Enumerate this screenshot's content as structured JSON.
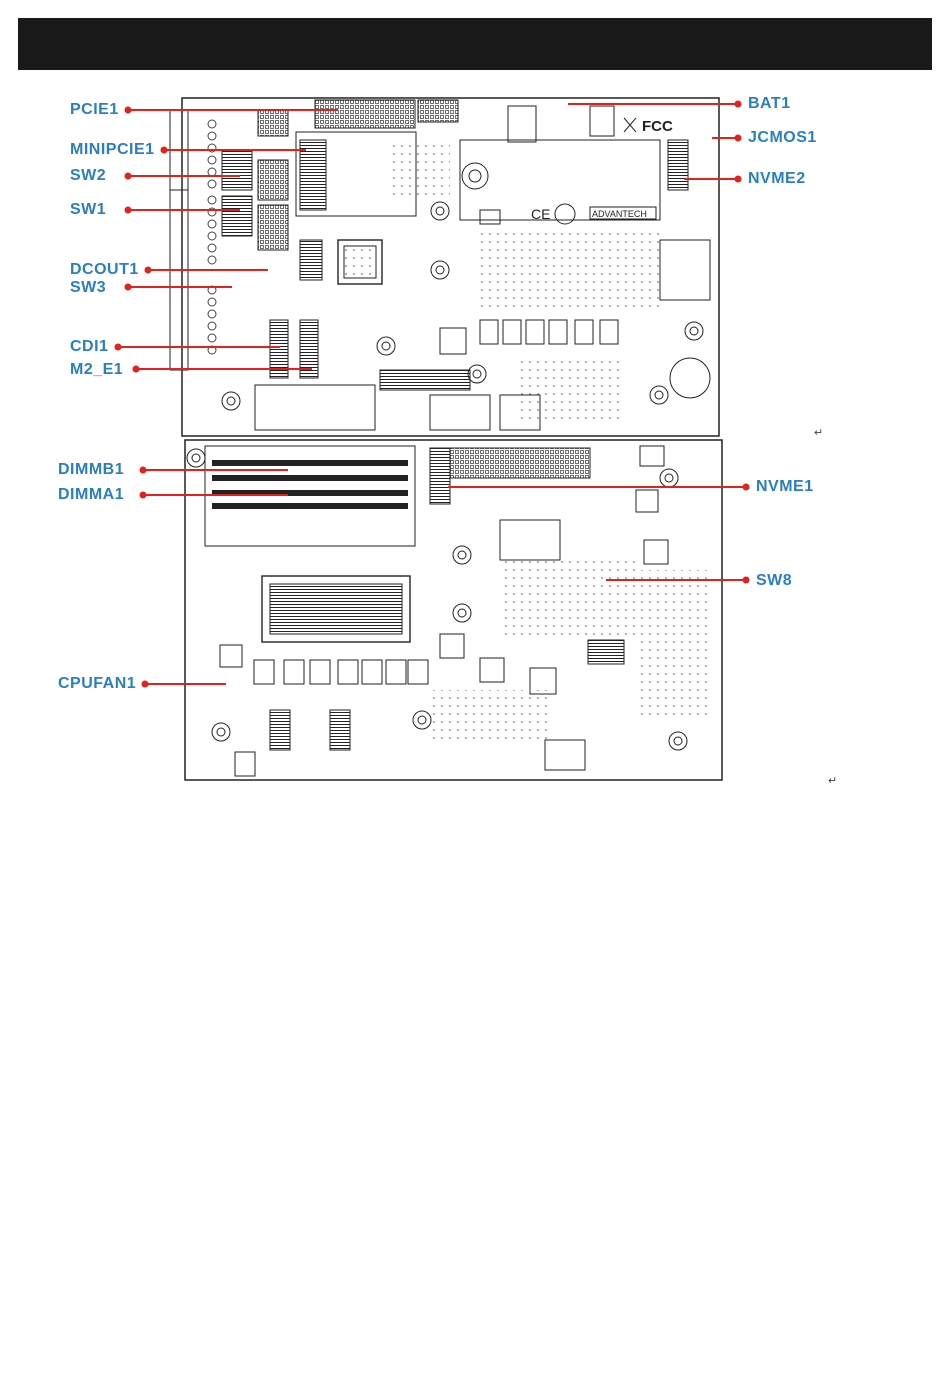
{
  "header": {
    "title": ""
  },
  "colors": {
    "label": "#2a7fc1",
    "pointer": "#e3231b",
    "pcb_ink": "#222222"
  },
  "top_board": {
    "silkscreen": [
      "FCC",
      "CE",
      "ADVANTECH"
    ],
    "labels": {
      "PCIE1": "PCIE1",
      "MINIPCIE1": "MINIPCIE1",
      "SW2": "SW2",
      "SW1": "SW1",
      "DCOUT1": "DCOUT1",
      "SW3": "SW3",
      "CDI1": "CDI1",
      "M2_E1": "M2_E1",
      "BAT1": "BAT1",
      "JCMOS1": "JCMOS1",
      "NVME2": "NVME2"
    }
  },
  "bottom_board": {
    "labels": {
      "DIMMB1": "DIMMB1",
      "DIMMA1": "DIMMA1",
      "CPUFAN1": "CPUFAN1",
      "NVME1": "NVME1",
      "SW8": "SW8"
    }
  },
  "paragraph_mark": "↵"
}
